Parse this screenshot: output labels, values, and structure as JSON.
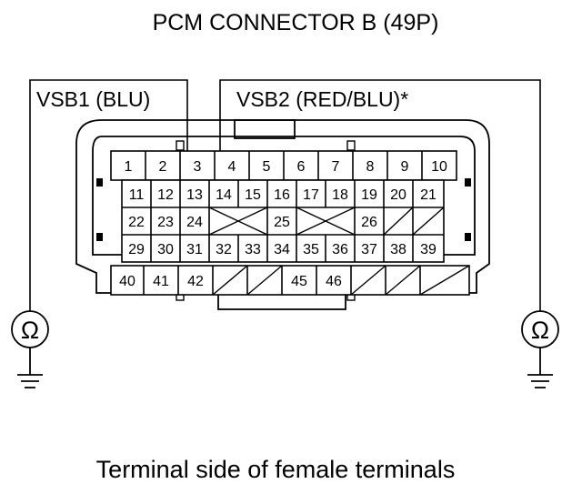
{
  "title": "PCM CONNECTOR B (49P)",
  "probe_left_label": "VSB1 (BLU)",
  "probe_right_label": "VSB2 (RED/BLU)*",
  "caption": "Terminal side of female terminals",
  "ohm_symbol": "Ω",
  "ohmmeter_icon": "ohmmeter-icon",
  "ground_icon": "ground-icon",
  "terminals": {
    "row1": [
      "1",
      "2",
      "3",
      "4",
      "5",
      "6",
      "7",
      "8",
      "9",
      "10"
    ],
    "row2": [
      "11",
      "12",
      "13",
      "14",
      "15",
      "16",
      "17",
      "18",
      "19",
      "20",
      "21"
    ],
    "row3": [
      "22",
      "23",
      "24",
      "25",
      "26"
    ],
    "row4": [
      "29",
      "30",
      "31",
      "32",
      "33",
      "34",
      "35",
      "36",
      "37",
      "38",
      "39"
    ],
    "row5": [
      "40",
      "41",
      "42",
      "45",
      "46"
    ]
  },
  "empty_cavities": [
    "27",
    "28",
    "43",
    "44",
    "47",
    "48",
    "49"
  ],
  "probed_terminals": [
    "3",
    "4"
  ]
}
